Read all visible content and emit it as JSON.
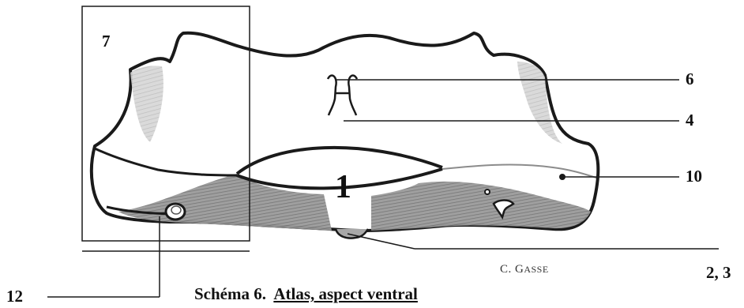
{
  "colors": {
    "ink": "#1a1a1a",
    "shading": "#8f8f8f",
    "paper": "#ffffff"
  },
  "labels": {
    "l7": "7",
    "l6": "6",
    "l4": "4",
    "l10": "10",
    "l1": "1",
    "l23": "2, 3",
    "l12": "12"
  },
  "author": {
    "initial": "C. G",
    "rest": "ASSE"
  },
  "caption": {
    "prefix": "Schéma 6.",
    "title": "Atlas, aspect ventral"
  }
}
